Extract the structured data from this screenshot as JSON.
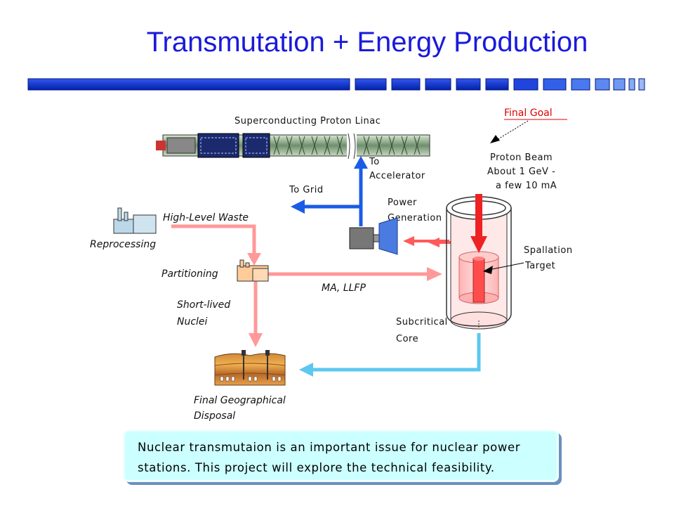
{
  "title": "Transmutation + Energy Production",
  "labels": {
    "linac": "Superconducting Proton Linac",
    "final_goal": "Final Goal",
    "beam_line1": "Proton Beam",
    "beam_line2": "About 1 GeV -",
    "beam_line3": "a few 10 mA",
    "to_accel_line1": "To",
    "to_accel_line2": "Accelerator",
    "to_grid": "To Grid",
    "power_line1": "Power",
    "power_line2": "Generation",
    "hlw": "High-Level Waste",
    "reprocessing": "Reprocessing",
    "spallation_line1": "Spallation",
    "spallation_line2": "Target",
    "partitioning": "Partitioning",
    "ma_llfp": "MA, LLFP",
    "short_line1": "Short-lived",
    "short_line2": "Nuclei",
    "subcritical_line1": "Subcritical",
    "subcritical_line2": "Core",
    "disposal_line1": "Final Geographical",
    "disposal_line2": "Disposal"
  },
  "note": {
    "line1": "Nuclear transmutaion is an important issue for nuclear power",
    "line2": "stations. This project will explore the technical feasibility."
  },
  "colors": {
    "title": "#1a1adb",
    "bar": "#0033cc",
    "blue_arrow": "#1a5ce6",
    "pink_arrow": "#ff9999",
    "cyan_arrow": "#5cc8f0",
    "red_arrow": "#ff4d4d",
    "goal": "#e00000",
    "note_bg": "#ccffff"
  }
}
